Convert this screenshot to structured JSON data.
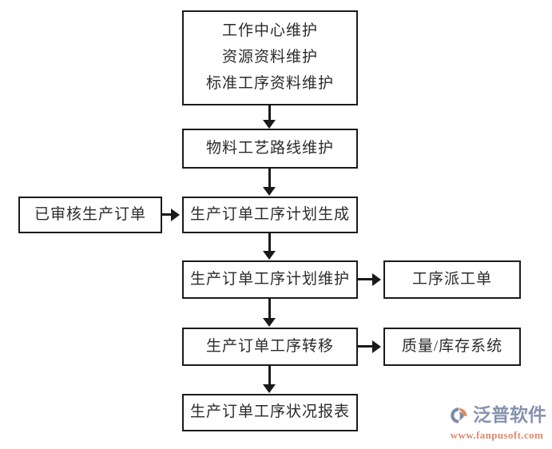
{
  "diagram": {
    "nodes": {
      "basic_data": {
        "lines": [
          "工作中心维护",
          "资源资料维护",
          "标准工序资料维护"
        ]
      },
      "routing": {
        "label": "物料工艺路线维护"
      },
      "approved_order": {
        "label": "已审核生产订单"
      },
      "plan_generate": {
        "label": "生产订单工序计划生成"
      },
      "plan_maintain": {
        "label": "生产订单工序计划维护"
      },
      "dispatch_order": {
        "label": "工序派工单"
      },
      "transfer": {
        "label": "生产订单工序转移"
      },
      "quality_stock": {
        "label": "质量/库存系统"
      },
      "status_report": {
        "label": "生产订单工序状况报表"
      }
    },
    "colors": {
      "border": "#1a1a1a",
      "text": "#2b2b2b",
      "background": "#ffffff"
    }
  },
  "watermark": {
    "brand_name": "泛普软件",
    "url": "www.fanpusoft.com",
    "brand_color": "#8792ae",
    "url_color": "#e08a6b",
    "mark_colors": {
      "blue": "#7a8aa8",
      "orange": "#e0895f"
    }
  }
}
